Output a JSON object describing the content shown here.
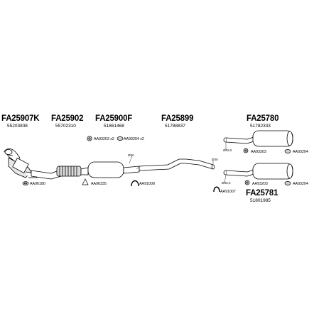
{
  "parts": {
    "p1": {
      "code": "FA25907K",
      "oem": "55203838"
    },
    "p2": {
      "code": "FA25902",
      "oem": "55702310"
    },
    "p3": {
      "code": "FA25900F",
      "oem": "51861468"
    },
    "p4": {
      "code": "FA25899",
      "oem": "51788837"
    },
    "p5": {
      "code": "FA25780",
      "oem": "51782333"
    },
    "p6": {
      "code": "FA25781",
      "oem": "51801985"
    }
  },
  "accessories": {
    "a1": "AA93203 x2",
    "a2": "AA93204 x2",
    "a3": "AA93203",
    "a4": "AA93204",
    "a5": "AA96180",
    "a6": "AA96335",
    "a7": "AA91008",
    "a8": "AA93203",
    "a9": "AA93204",
    "a10": "AA91007"
  },
  "dimensions": {
    "d1": "Ø50",
    "d2": "Ø50,5",
    "d3": "Ø48",
    "d4": "Ø48,5",
    "d5": "Ø48,5"
  },
  "icons": [
    "gasket-icon",
    "clamp-icon",
    "hanger-icon",
    "rubber-mount-icon"
  ],
  "colors": {
    "line": "#000000",
    "fill": "#ffffff",
    "shade": "#cfcfcf"
  }
}
